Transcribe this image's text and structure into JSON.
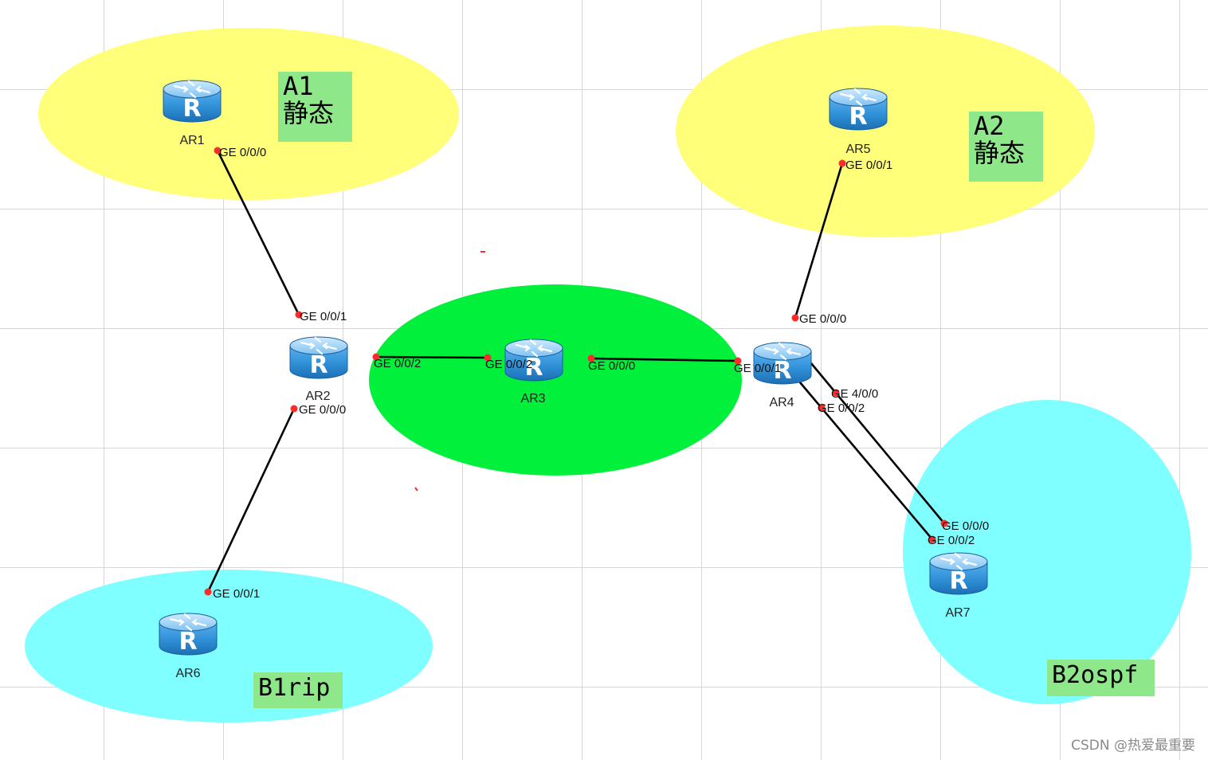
{
  "diagram": {
    "routers": [
      {
        "id": "AR1",
        "label": "AR1"
      },
      {
        "id": "AR2",
        "label": "AR2"
      },
      {
        "id": "AR3",
        "label": "AR3"
      },
      {
        "id": "AR4",
        "label": "AR4"
      },
      {
        "id": "AR5",
        "label": "AR5"
      },
      {
        "id": "AR6",
        "label": "AR6"
      },
      {
        "id": "AR7",
        "label": "AR7"
      }
    ],
    "links": [
      {
        "a": "AR1",
        "a_port": "GE 0/0/0",
        "b": "AR2",
        "b_port": "GE 0/0/1"
      },
      {
        "a": "AR2",
        "a_port": "GE 0/0/2",
        "b": "AR3",
        "b_port": "GE 0/0/2"
      },
      {
        "a": "AR3",
        "a_port": "GE 0/0/0",
        "b": "AR4",
        "b_port": "GE 0/0/1"
      },
      {
        "a": "AR4",
        "a_port": "GE 0/0/0",
        "b": "AR5",
        "b_port": "GE 0/0/1"
      },
      {
        "a": "AR2",
        "a_port": "GE 0/0/0",
        "b": "AR6",
        "b_port": "GE 0/0/1"
      },
      {
        "a": "AR4",
        "a_port": "GE 4/0/0",
        "b": "AR7",
        "b_port": "GE 0/0/0"
      },
      {
        "a": "AR4",
        "a_port": "GE 0/0/2",
        "b": "AR7",
        "b_port": "GE 0/0/2"
      }
    ],
    "areas": [
      {
        "id": "A1",
        "lines": [
          "A1",
          "静态"
        ],
        "color": "#ffff7a"
      },
      {
        "id": "A2",
        "lines": [
          "A2",
          "静态"
        ],
        "color": "#ffff7a"
      },
      {
        "id": "B1",
        "lines": [
          "B1rip"
        ],
        "color": "#7fffff"
      },
      {
        "id": "B2",
        "lines": [
          "B2ospf"
        ],
        "color": "#7fffff"
      },
      {
        "id": "core",
        "lines": [],
        "color": "#00f03c"
      }
    ],
    "watermark": "CSDN @热爱最重要",
    "colors": {
      "link": "#000000",
      "port_dot": "#ff2a2a",
      "router_body": "#2f8fd6",
      "area_label_bg": "#8ee88a"
    }
  }
}
